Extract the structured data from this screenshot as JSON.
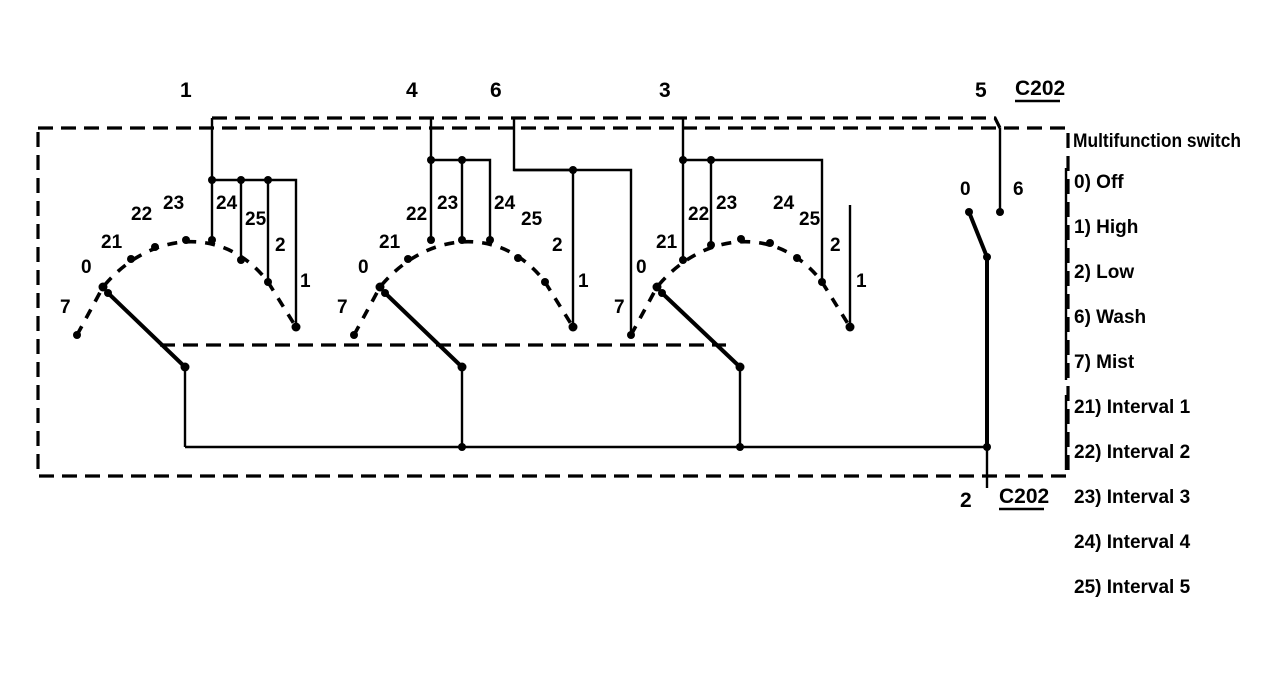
{
  "connector": "C202",
  "connector_pins_top": [
    "1",
    "4",
    "6",
    "3",
    "5"
  ],
  "connector_pin_bottom": "2",
  "legend_title": "Multifunction switch",
  "legend": [
    "0)  Off",
    "1)  High",
    "2)  Low",
    "6)  Wash",
    "7)  Mist",
    "21)  Interval 1",
    "22)  Interval 2",
    "23)  Interval 3",
    "24)  Interval 4",
    "25)  Interval 5"
  ],
  "wiper_deck_labels": [
    "7",
    "0",
    "21",
    "22",
    "23",
    "24",
    "25",
    "2",
    "1"
  ],
  "wash_switch_labels": [
    "0",
    "6"
  ],
  "colors": {
    "ink": "#000000",
    "background": "#ffffff"
  }
}
